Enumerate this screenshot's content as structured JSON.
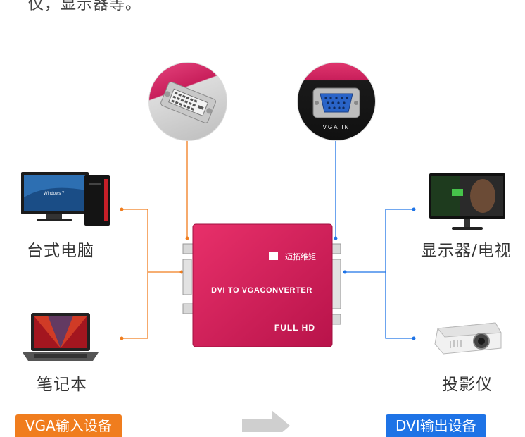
{
  "top_text": "仪，显示器等。",
  "product": {
    "brand": "迈拓维矩",
    "model_line": "DVI TO VGACONVERTER",
    "badge": "FULL HD",
    "body_color": "#d81e59"
  },
  "connectors": {
    "left_port_label": "",
    "right_port_label": "VGA IN"
  },
  "inputs": [
    {
      "label": "台式电脑",
      "icon": "desktop-computer-icon"
    },
    {
      "label": "笔记本",
      "icon": "laptop-icon"
    }
  ],
  "outputs": [
    {
      "label": "显示器/电视",
      "icon": "monitor-tv-icon"
    },
    {
      "label": "投影仪",
      "icon": "projector-icon"
    }
  ],
  "buttons": {
    "input_devices": "VGA输入设备",
    "output_devices": "DVI输出设备"
  },
  "colors": {
    "orange": "#f07d1e",
    "blue": "#1e73e6",
    "pink": "#d81e59",
    "gray_arrow": "#cfcfcf"
  }
}
